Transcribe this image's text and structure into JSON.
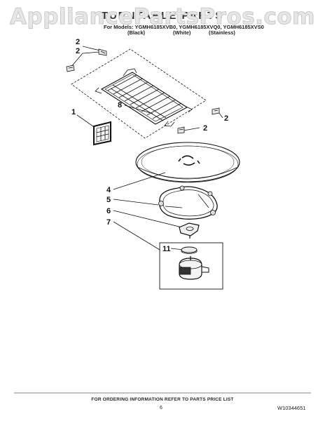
{
  "watermark": "AppliancePartsPros.com",
  "title": "TURNTABLE PARTS",
  "models_line": "For Models: YGMH6185XVB0, YGMH6185XVQ0, YGMH6185XVS0",
  "finishes": [
    "(Black)",
    "(White)",
    "(Stainless)"
  ],
  "callouts": [
    "2",
    "2",
    "8",
    "2",
    "1",
    "2",
    "4",
    "5",
    "6",
    "7",
    "11"
  ],
  "footer_note": "FOR ORDERING INFORMATION REFER TO PARTS PRICE LIST",
  "page_number": "6",
  "doc_number": "W10344651"
}
